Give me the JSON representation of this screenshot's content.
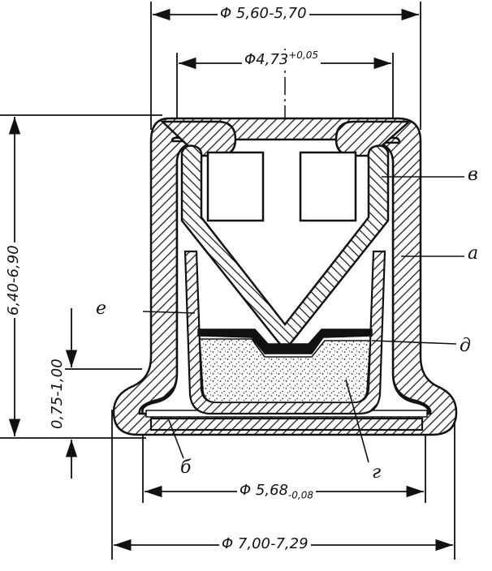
{
  "dimensions": {
    "top_outer": "Φ 5,60-5,70",
    "top_inner_base": "Φ4,73",
    "top_inner_tol": "+0,05",
    "height": "6,40-6,90",
    "flange": "0,75-1,00",
    "bottom_inner_base": "Φ 5,68",
    "bottom_inner_tol": "-0,08",
    "bottom_outer": "Φ 7,00-7,29"
  },
  "labels": {
    "v": "в",
    "a": "а",
    "e": "е",
    "d": "д",
    "b": "б",
    "g": "г"
  }
}
